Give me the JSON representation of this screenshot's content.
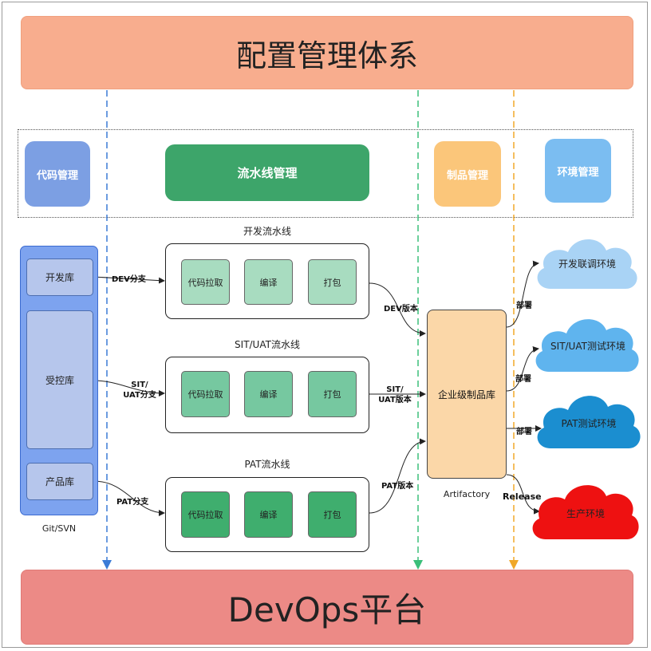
{
  "title": "配置管理体系",
  "platform": "DevOps平台",
  "categories": {
    "code": "代码管理",
    "pipeline": "流水线管理",
    "artifact": "制品管理",
    "env": "环境管理"
  },
  "repos": {
    "dev": "开发库",
    "controlled": "受控库",
    "product": "产品库",
    "system": "Git/SVN"
  },
  "pipelines": [
    {
      "title": "开发流水线",
      "branch": "DEV分支",
      "version": "DEV版本",
      "steps": [
        "代码拉取",
        "编译",
        "打包"
      ]
    },
    {
      "title": "SIT/UAT流水线",
      "branch": "SIT/\nUAT分支",
      "version": "SIT/\nUAT版本",
      "steps": [
        "代码拉取",
        "编译",
        "打包"
      ]
    },
    {
      "title": "PAT流水线",
      "branch": "PAT分支",
      "version": "PAT版本",
      "steps": [
        "代码拉取",
        "编译",
        "打包"
      ]
    }
  ],
  "artifact_repo": {
    "label": "企业级制品库",
    "caption": "Artifactory"
  },
  "environments": [
    {
      "name": "开发联调环境",
      "action": "部署",
      "color": "#a9d3f5"
    },
    {
      "name": "SIT/UAT测试环境",
      "action": "部署",
      "color": "#5fb4ee"
    },
    {
      "name": "PAT测试环境",
      "action": "部署",
      "color": "#1b8ed0"
    },
    {
      "name": "生产环境",
      "action": "Release",
      "color": "#ee1111"
    }
  ],
  "colors": {
    "dev_step": "#a8dcc0",
    "sit_step": "#76c8a0",
    "pat_step": "#3fae6e",
    "blue_line": "#3b7bd6",
    "green_line": "#3bbf7a",
    "orange_line": "#f0a828"
  }
}
